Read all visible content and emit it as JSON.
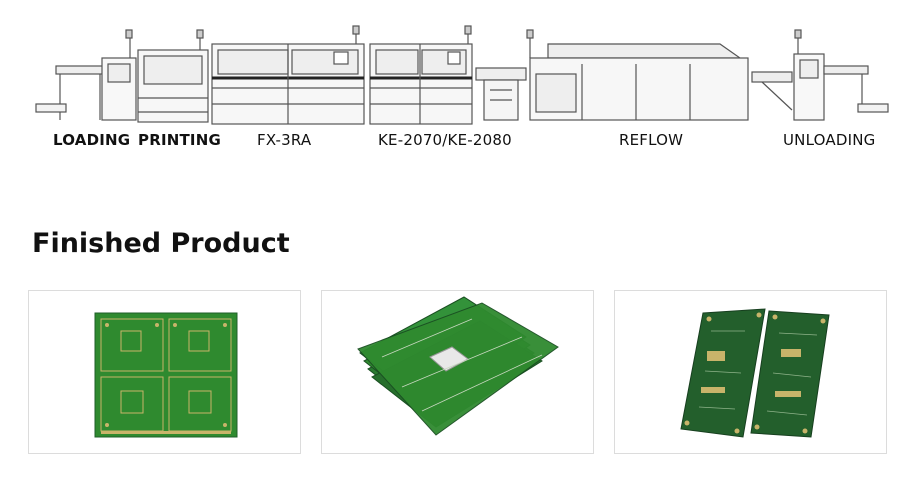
{
  "line": {
    "stages": [
      "LOADING",
      "PRINTING",
      "FX-3RA",
      "KE-2070/KE-2080",
      "REFLOW",
      "UNLOADING"
    ]
  },
  "section": {
    "title": "Finished Product"
  },
  "products": [
    {
      "icon": "pcb-panel-image"
    },
    {
      "icon": "pcb-stack-image"
    },
    {
      "icon": "pcb-pair-image"
    }
  ],
  "colors": {
    "pcb_green": "#2f8a2f",
    "pcb_dark": "#1f5f2a",
    "pcb_pad": "#c8b46a",
    "machine_line": "#555555"
  }
}
